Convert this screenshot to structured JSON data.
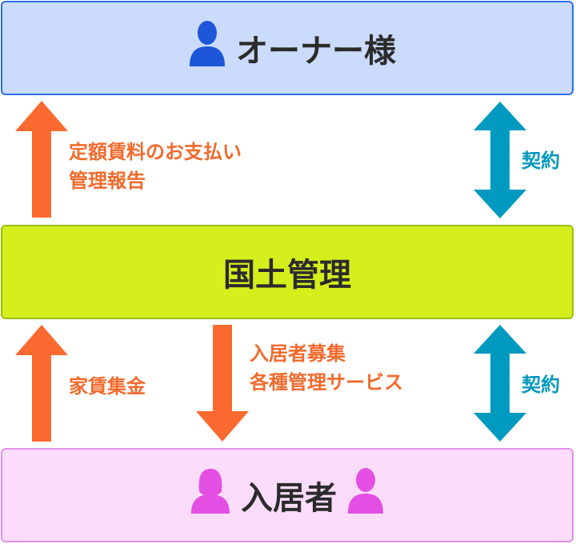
{
  "owner": {
    "label": "オーナー様"
  },
  "company": {
    "label": "国土管理"
  },
  "tenant": {
    "label": "入居者"
  },
  "upper_left_label": {
    "line1": "定額賃料のお支払い",
    "line2": "管理報告"
  },
  "upper_right_label": "契約",
  "lower_left_label": "家賃集金",
  "lower_middle_label": {
    "line1": "入居者募集",
    "line2": "各種管理サービス"
  },
  "lower_right_label": "契約",
  "colors": {
    "owner_bg": "#cadbfb",
    "owner_icon": "#1e56d9",
    "company_bg": "#d4ef1c",
    "tenant_bg": "#fcdcfb",
    "tenant_icon": "#e34fe3",
    "arrow_orange": "#fb6a30",
    "arrow_teal": "#0099bf"
  },
  "icons": [
    "person-icon",
    "female-person-icon",
    "arrow-up",
    "arrow-down",
    "double-arrow-vertical"
  ]
}
